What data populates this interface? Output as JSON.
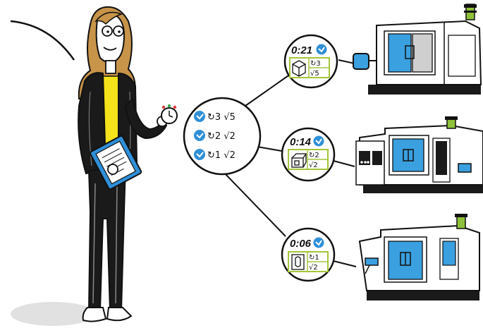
{
  "colors": {
    "accent_blue": "#2f8fd8",
    "lime": "#a4c63a",
    "shirt_yellow": "#f4e21a",
    "hair": "#c8944a",
    "machine_window": "#3aa0e0",
    "signal_light": "#8fc23a"
  },
  "operator": {
    "icons": [
      "stopwatch-icon",
      "clipboard-icon"
    ]
  },
  "summary": {
    "rows": [
      {
        "icon": "check-badge-icon",
        "text": "↻3 √5"
      },
      {
        "icon": "check-badge-icon",
        "text": "↻2 √2"
      },
      {
        "icon": "check-badge-icon",
        "text": "↻1 √2"
      }
    ]
  },
  "machines": [
    {
      "time": "0:21",
      "part_icon": "cube-part-icon",
      "cycles": "↻3",
      "good": "√5"
    },
    {
      "time": "0:14",
      "part_icon": "block-part-icon",
      "cycles": "↻2",
      "good": "√2"
    },
    {
      "time": "0:06",
      "part_icon": "cylinder-part-icon",
      "cycles": "↻1",
      "good": "√2"
    }
  ]
}
